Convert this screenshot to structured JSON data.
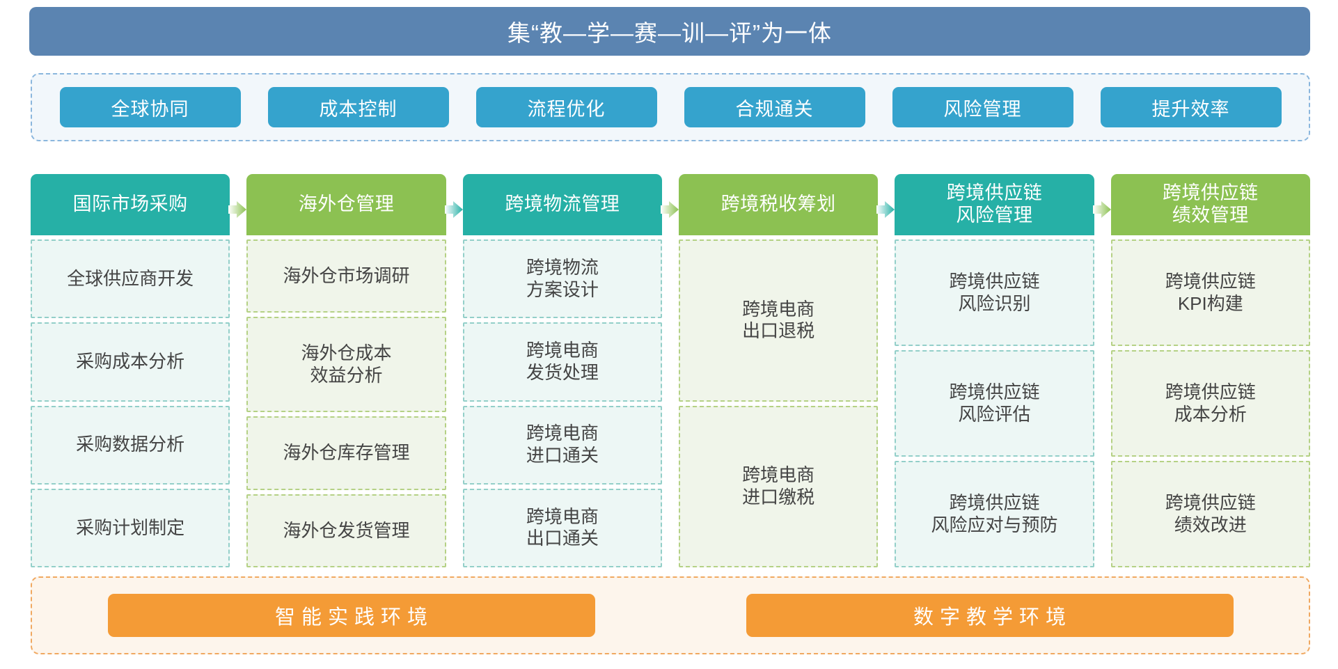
{
  "title": {
    "text": "集“教—学—赛—训—评”为一体"
  },
  "goals": {
    "items": [
      {
        "label": "全球协同"
      },
      {
        "label": "成本控制"
      },
      {
        "label": "流程优化"
      },
      {
        "label": "合规通关"
      },
      {
        "label": "风险管理"
      },
      {
        "label": "提升效率"
      }
    ]
  },
  "flow": {
    "arrow_icon": "arrow-right-icon",
    "columns": [
      {
        "header": "国际市场采购",
        "theme": "teal",
        "cells": [
          "全球供应商开发",
          "采购成本分析",
          "采购数据分析",
          "采购计划制定"
        ]
      },
      {
        "header": "海外仓管理",
        "theme": "green",
        "cells": [
          "海外仓市场调研",
          "海外仓成本\n效益分析",
          "海外仓库存管理",
          "海外仓发货管理"
        ]
      },
      {
        "header": "跨境物流管理",
        "theme": "teal",
        "cells": [
          "跨境物流\n方案设计",
          "跨境电商\n发货处理",
          "跨境电商\n进口通关",
          "跨境电商\n出口通关"
        ]
      },
      {
        "header": "跨境税收筹划",
        "theme": "green",
        "cells": [
          "跨境电商\n出口退税",
          "跨境电商\n进口缴税"
        ]
      },
      {
        "header": "跨境供应链\n风险管理",
        "theme": "teal",
        "cells": [
          "跨境供应链\n风险识别",
          "跨境供应链\n风险评估",
          "跨境供应链\n风险应对与预防"
        ]
      },
      {
        "header": "跨境供应链\n绩效管理",
        "theme": "green",
        "cells": [
          "跨境供应链\nKPI构建",
          "跨境供应链\n成本分析",
          "跨境供应链\n绩效改进"
        ]
      }
    ]
  },
  "environments": {
    "items": [
      {
        "label": "智能实践环境"
      },
      {
        "label": "数字教学环境"
      }
    ]
  },
  "colors": {
    "title_bar": "#5b84b1",
    "goal_pill": "#35a3cd",
    "header_teal": "#26b0a6",
    "header_green": "#8cc152",
    "cell_teal_bg": "#edf7f5",
    "cell_teal_border": "#93cfc9",
    "cell_green_bg": "#f0f5ea",
    "cell_green_border": "#b5d185",
    "env_pill": "#f49b36",
    "env_band_bg": "#fdf5ec",
    "goals_band_bg": "#f2f7fb"
  }
}
